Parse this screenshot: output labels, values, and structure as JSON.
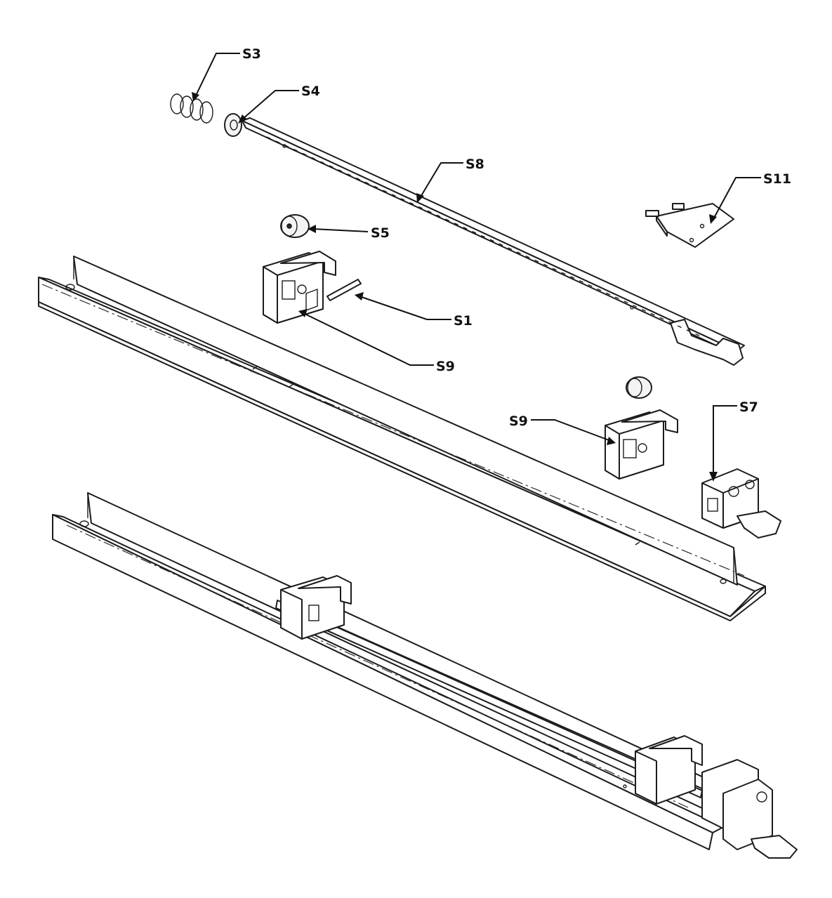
{
  "callouts": {
    "s3": "S3",
    "s4": "S4",
    "s8": "S8",
    "s11": "S11",
    "s5": "S5",
    "s1": "S1",
    "s9_upper": "S9",
    "s9_lower": "S9",
    "s7": "S7"
  }
}
